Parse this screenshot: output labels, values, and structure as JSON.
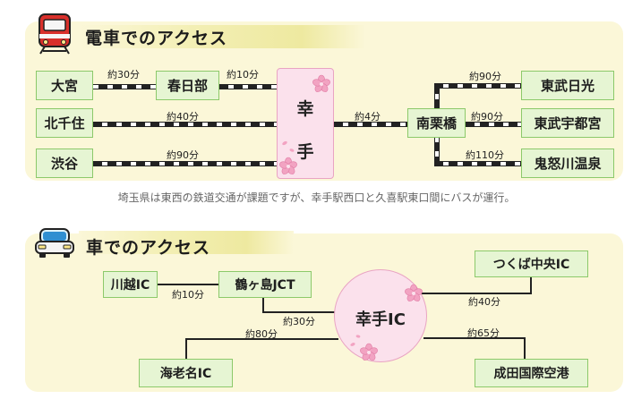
{
  "rail": {
    "title": "電車でのアクセス",
    "hub": [
      "幸",
      "手"
    ],
    "stations": {
      "omiya": "大宮",
      "kasukabe": "春日部",
      "kitasenju": "北千住",
      "shibuya": "渋谷",
      "kurihashi": "南栗橋",
      "nikko": "東武日光",
      "utsunomiya": "東武宇都宮",
      "kinugawa": "鬼怒川温泉"
    },
    "times": {
      "omiya_kasukabe": "約30分",
      "kasukabe_satte": "約10分",
      "kitasenju": "約40分",
      "shibuya": "約90分",
      "satte_kurihashi": "約4分",
      "nikko": "約90分",
      "utsunomiya": "約90分",
      "kinugawa": "約110分"
    },
    "note": "埼玉県は東西の鉄道交通が課題ですが、幸手駅西口と久喜駅東口間にバスが運行。"
  },
  "car": {
    "title": "車でのアクセス",
    "hub": "幸手IC",
    "places": {
      "kawagoe": "川越IC",
      "tsurugashima": "鶴ヶ島JCT",
      "ebina": "海老名IC",
      "tsukuba": "つくば中央IC",
      "narita": "成田国際空港"
    },
    "times": {
      "kawagoe": "約10分",
      "tsurugashima": "約30分",
      "ebina": "約80分",
      "tsukuba": "約40分",
      "narita": "約65分"
    }
  },
  "colors": {
    "panel": "#fbf7d8",
    "station_fill": "#e6f5d3",
    "station_border": "#8cc96a",
    "hub_fill": "#fbe1ec",
    "hub_border": "#e9a4c3",
    "blossom": "#f2a3c2"
  },
  "icons": [
    "train-icon",
    "car-icon",
    "cherry-blossom-icon"
  ]
}
